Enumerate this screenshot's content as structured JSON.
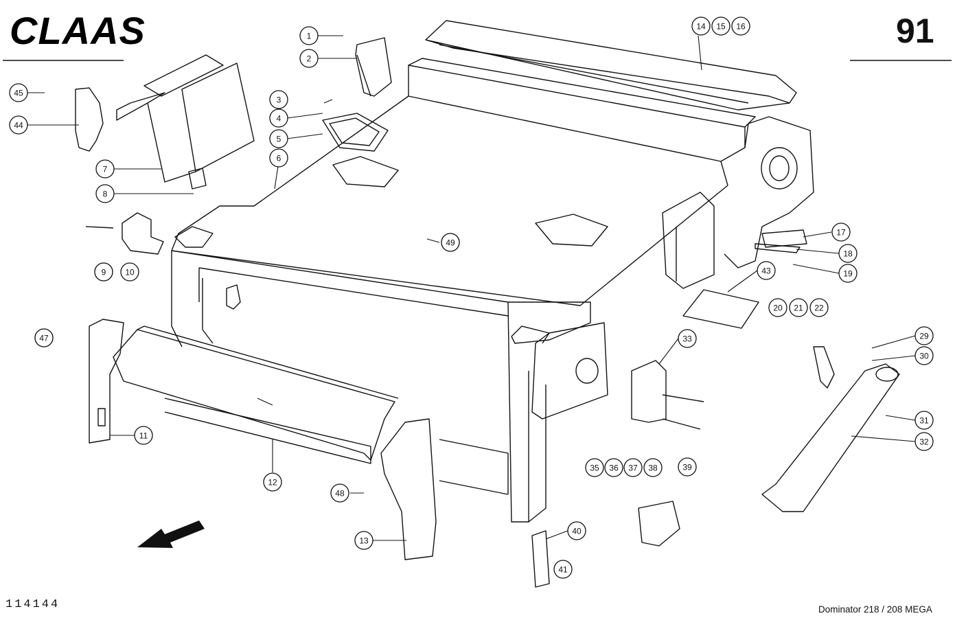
{
  "header": {
    "brand": "CLAAS",
    "page_number": "91"
  },
  "footer": {
    "drawing_number": "114144",
    "model": "Dominator 218 / 208 MEGA"
  },
  "callouts": [
    "1",
    "2",
    "3",
    "4",
    "5",
    "6",
    "7",
    "8",
    "9",
    "10",
    "11",
    "12",
    "13",
    "14",
    "15",
    "16",
    "17",
    "18",
    "19",
    "20",
    "21",
    "22",
    "29",
    "30",
    "31",
    "32",
    "33",
    "9",
    "35",
    "36",
    "37",
    "38",
    "39",
    "40",
    "41",
    "43",
    "44",
    "45",
    "47",
    "47",
    "48",
    "49",
    "49"
  ],
  "colors": {
    "ink": "#111111",
    "paper": "#ffffff"
  },
  "icons": {
    "direction": "arrow-icon"
  }
}
